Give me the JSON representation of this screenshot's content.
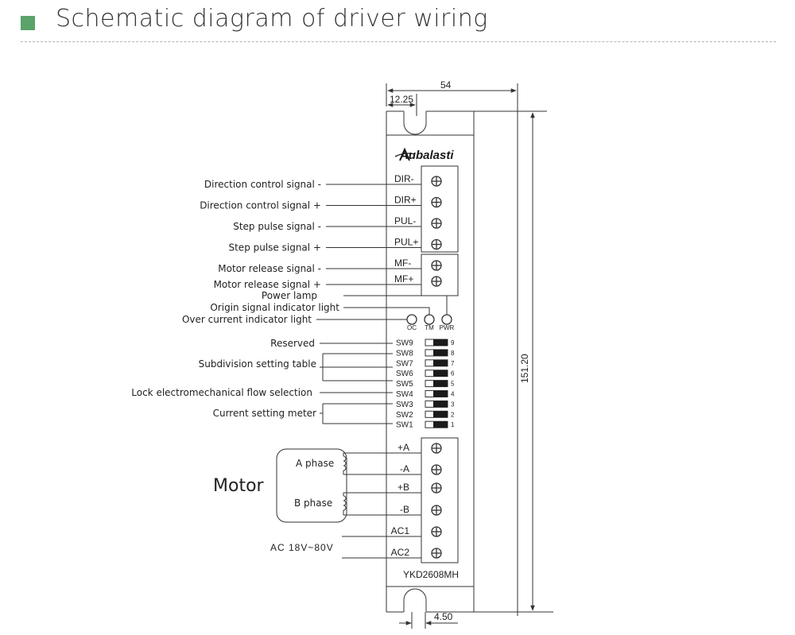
{
  "header": {
    "title": "Schematic diagram of driver wiring"
  },
  "brand": {
    "logo_text": "Aubalasti",
    "model": "YKD2608MH"
  },
  "dimensions": {
    "width": "54",
    "slot_offset": "12.25",
    "height": "151.20",
    "slot_width": "4.50"
  },
  "signal_terminals": [
    {
      "label": "DIR-",
      "signal": "Direction control signal -"
    },
    {
      "label": "DIR+",
      "signal": "Direction control signal +"
    },
    {
      "label": "PUL-",
      "signal": "Step pulse signal -"
    },
    {
      "label": "PUL+",
      "signal": "Step pulse signal +"
    }
  ],
  "release_terminals": [
    {
      "label": "MF-",
      "signal": "Motor release signal -"
    },
    {
      "label": "MF+",
      "signal": "Motor release signal +"
    }
  ],
  "indicators": [
    {
      "label": "OC",
      "description": "Over current indicator light"
    },
    {
      "label": "TM",
      "description": "Origin signal indicator light"
    },
    {
      "label": "PWR",
      "description": "Power lamp"
    }
  ],
  "switches": [
    {
      "label": "SW9",
      "num": "9"
    },
    {
      "label": "SW8",
      "num": "8"
    },
    {
      "label": "SW7",
      "num": "7"
    },
    {
      "label": "SW6",
      "num": "6"
    },
    {
      "label": "SW5",
      "num": "5"
    },
    {
      "label": "SW4",
      "num": "4"
    },
    {
      "label": "SW3",
      "num": "3"
    },
    {
      "label": "SW2",
      "num": "2"
    },
    {
      "label": "SW1",
      "num": "1"
    }
  ],
  "switch_groups": {
    "reserved": "Reserved",
    "subdivision": "Subdivision setting table",
    "lock_flow": "Lock electromechanical flow selection",
    "current": "Current setting meter"
  },
  "power_terminals": [
    {
      "label": "+A"
    },
    {
      "label": "-A"
    },
    {
      "label": "+B"
    },
    {
      "label": "-B"
    },
    {
      "label": "AC1"
    },
    {
      "label": "AC2"
    }
  ],
  "motor": {
    "title": "Motor",
    "phase_a": "A phase",
    "phase_b": "B phase"
  },
  "power_supply": "AC 18V~80V"
}
